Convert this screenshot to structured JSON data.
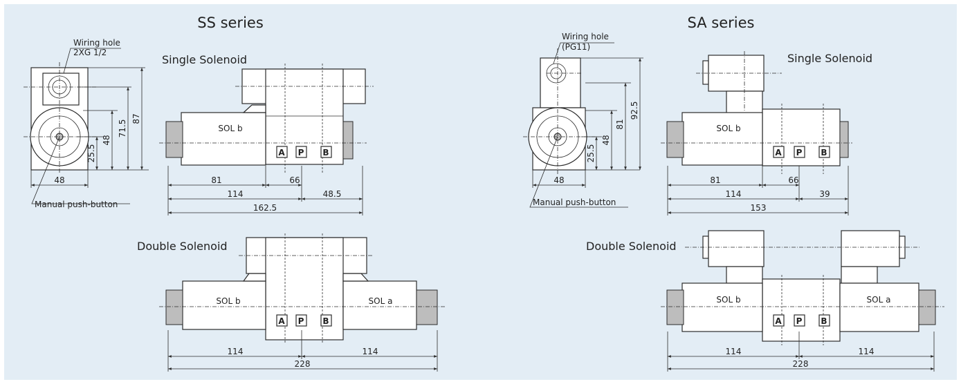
{
  "titles": {
    "ss": "SS series",
    "sa": "SA series"
  },
  "headings": {
    "single": "Single Solenoid",
    "double": "Double Solenoid"
  },
  "notes": {
    "ss_wiring_1": "Wiring hole",
    "ss_wiring_2": "2XG 1/2",
    "sa_wiring_1": "Wiring hole",
    "sa_wiring_2": "(PG11)",
    "manual": "Manual push-button"
  },
  "labels": {
    "sol_a": "SOL a",
    "sol_b": "SOL b",
    "port_a": "A",
    "port_p": "P",
    "port_b": "B"
  },
  "dims": {
    "ss_side": {
      "w": "48",
      "h1": "25.5",
      "h2": "48",
      "h3": "71.5",
      "h4": "87"
    },
    "ss_single": {
      "d81": "81",
      "d66": "66",
      "d114": "114",
      "d48_5": "48.5",
      "d162_5": "162.5"
    },
    "ss_double": {
      "l114": "114",
      "r114": "114",
      "d228": "228"
    },
    "sa_side": {
      "w": "48",
      "h1": "25.5",
      "h2": "48",
      "h3": "81",
      "h4": "92.5"
    },
    "sa_single": {
      "d81": "81",
      "d66": "66",
      "d114": "114",
      "d39": "39",
      "d153": "153"
    },
    "sa_double": {
      "l114": "114",
      "r114": "114",
      "d228": "228"
    }
  }
}
